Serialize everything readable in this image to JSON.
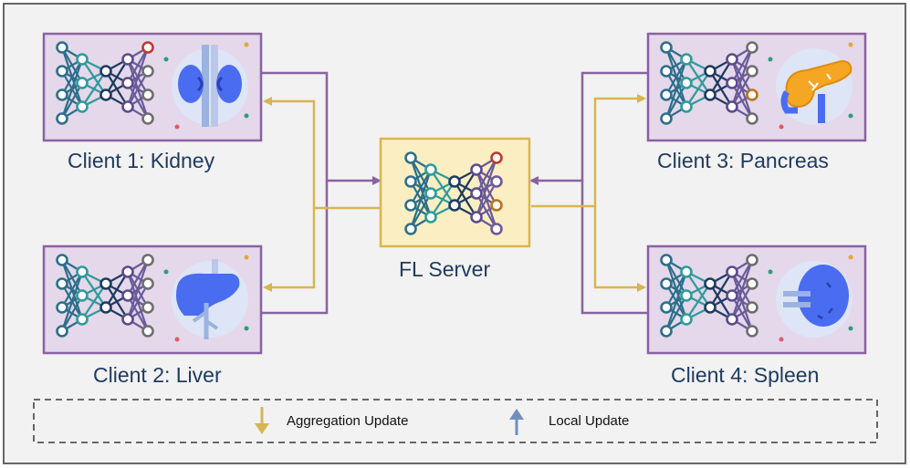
{
  "clients": [
    {
      "label": "Client 1: Kidney",
      "organ": "kidney-icon"
    },
    {
      "label": "Client 2: Liver",
      "organ": "liver-icon"
    },
    {
      "label": "Client 3: Pancreas",
      "organ": "pancreas-icon"
    },
    {
      "label": "Client 4: Spleen",
      "organ": "spleen-icon"
    }
  ],
  "server": {
    "label": "FL Server"
  },
  "legend": {
    "aggregation": "Aggregation Update",
    "local": "Local Update"
  },
  "colors": {
    "client_fill": "#e4d8ea",
    "client_border": "#8a62a3",
    "server_fill": "#fbeec2",
    "server_border": "#d9b550",
    "aggregation_arrow": "#d9b550",
    "local_arrow": "#8a62a3",
    "legend_up_arrow": "#6f8fbf",
    "background": "#f2f2f2"
  }
}
